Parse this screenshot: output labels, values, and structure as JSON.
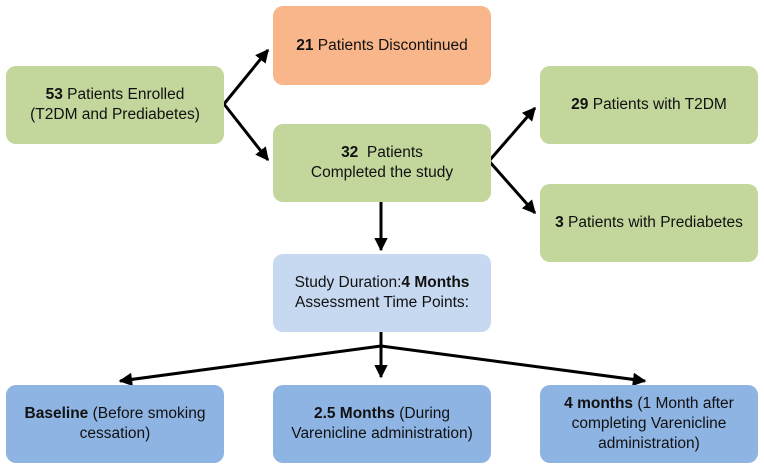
{
  "enrolled": {
    "count": "53",
    "line1": " Patients Enrolled",
    "line2": "(T2DM and Prediabetes)"
  },
  "discontinued": {
    "count": "21",
    "text": " Patients Discontinued"
  },
  "completed": {
    "count": "32",
    "line1": "  Patients",
    "line2": "Completed the study"
  },
  "t2dm": {
    "count": "29",
    "text": " Patients with T2DM"
  },
  "prediabetes": {
    "count": "3",
    "text": " Patients with Prediabetes"
  },
  "duration": {
    "prefix": "Study Duration:",
    "value": "4 Months",
    "line2": "Assessment Time Points:"
  },
  "baseline": {
    "title": "Baseline",
    "line1_rest": " (Before smoking",
    "line2": "cessation)"
  },
  "mid": {
    "title": "2.5 Months",
    "line1_rest": " (During",
    "line2": "Varenicline administration)"
  },
  "end": {
    "title": "4 months",
    "line1_rest": " (1 Month after",
    "line2": "completing Varenicline",
    "line3": "administration)"
  },
  "colors": {
    "green": "#c3d69b",
    "orange": "#f8b68a",
    "light_blue": "#c6d9f1",
    "blue": "#8eb4e3",
    "arrow": "#000000"
  }
}
